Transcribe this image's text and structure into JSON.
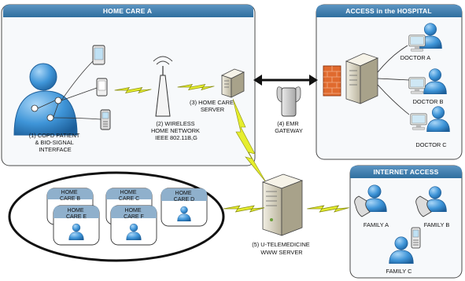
{
  "colors": {
    "panel_header": "#2f6f9f",
    "panel_fill": "#f7f9fb",
    "person_blue": "#3f95d8",
    "lightning": "#e6ee2e",
    "firewall": "#e06a2e"
  },
  "panels": {
    "home_care": {
      "title": "HOME CARE A"
    },
    "hospital": {
      "title": "ACCESS in the HOSPITAL"
    },
    "internet": {
      "title": "INTERNET ACCESS"
    }
  },
  "nodes": {
    "patient": {
      "lines": [
        "(1) COPD PATIENT",
        "& BIO-SIGNAL",
        "INTERFACE"
      ],
      "icon": "patient-person-icon"
    },
    "network": {
      "lines": [
        "(2) WIRELESS",
        "HOME NETWORK",
        "IEEE 802.11B,G"
      ],
      "icon": "wireless-antenna-icon"
    },
    "home_server": {
      "lines": [
        "(3) HOME CARE",
        "SERVER"
      ],
      "icon": "server-icon"
    },
    "emr": {
      "lines": [
        "(4) EMR",
        "GATEWAY"
      ],
      "icon": "gateway-icon"
    },
    "www": {
      "lines": [
        "(5) U-TELEMEDICINE",
        "WWW SERVER"
      ],
      "icon": "server-tower-icon"
    }
  },
  "doctors": [
    {
      "label": "DOCTOR A"
    },
    {
      "label": "DOCTOR B"
    },
    {
      "label": "DOCTOR C"
    }
  ],
  "families": [
    {
      "label": "FAMILY A"
    },
    {
      "label": "FAMILY B"
    },
    {
      "label": "FAMILY C"
    }
  ],
  "home_cares": [
    {
      "lines": [
        "HOME",
        "CARE B"
      ]
    },
    {
      "lines": [
        "HOME",
        "CARE C"
      ]
    },
    {
      "lines": [
        "HOME",
        "CARE D"
      ]
    },
    {
      "lines": [
        "HOME",
        "CARE E"
      ]
    },
    {
      "lines": [
        "HOME",
        "CARE F"
      ]
    }
  ]
}
